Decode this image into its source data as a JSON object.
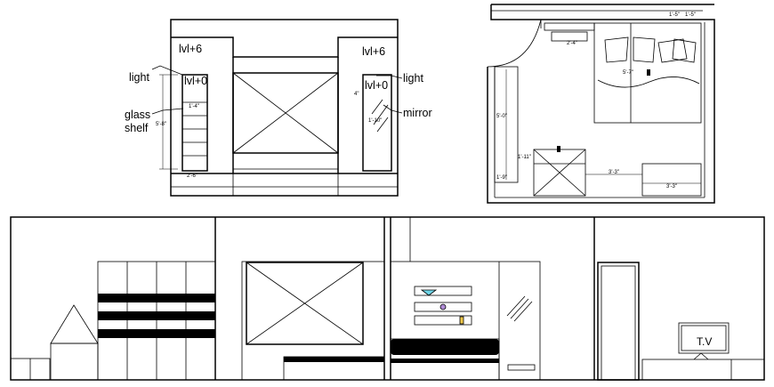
{
  "elevation": {
    "labels": {
      "lvl_left_top": "lvl+6",
      "lvl_left_bottom": "lvl+0",
      "lvl_right_top": "lvl+6",
      "lvl_right_bottom": "lvl+0",
      "light_left": "light",
      "light_right": "light",
      "glass": "glass",
      "shelf": "shelf",
      "mirror": "mirror"
    },
    "dims": {
      "shelf_height": "5'-8\"",
      "shelf_gap": "1'-4\"",
      "mirror_width": "1'-10\"",
      "mirror_side": "4\"",
      "base": "2'-6\""
    }
  },
  "plan": {
    "dims": {
      "top_a": "1'-5\"",
      "top_b": "1'-5\"",
      "door": "2'-4\"",
      "bed": "5'-7\"",
      "wall_left": "5'-0\"",
      "desk": "1'-11\"",
      "cab_left": "1'-9\"",
      "cab_mid": "3'-3\"",
      "cab_right": "3'-3\""
    }
  },
  "section": {
    "tv_label": "T.V"
  }
}
